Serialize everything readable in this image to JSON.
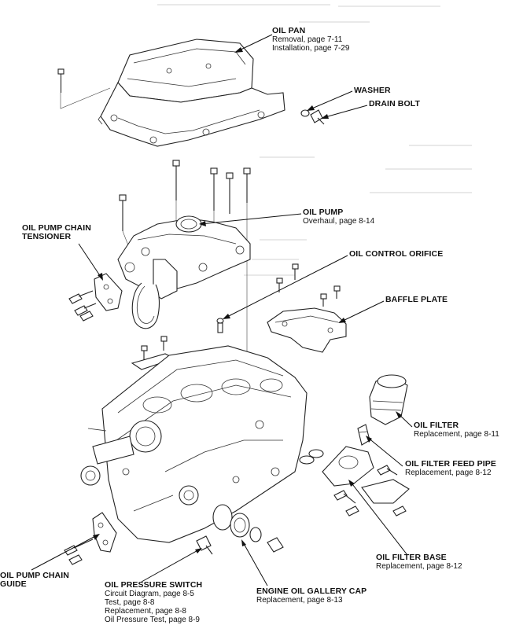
{
  "callouts": {
    "oil_pan": {
      "title": "OIL PAN",
      "lines": [
        "Removal, page 7-11",
        "Installation, page 7-29"
      ]
    },
    "washer": {
      "title": "WASHER"
    },
    "drain_bolt": {
      "title": "DRAIN BOLT"
    },
    "oil_pump": {
      "title": "OIL PUMP",
      "lines": [
        "Overhaul, page 8-14"
      ]
    },
    "oil_pump_chain_tensioner": {
      "title_lines": [
        "OIL PUMP CHAIN",
        "TENSIONER"
      ]
    },
    "oil_control_orifice": {
      "title": "OIL CONTROL ORIFICE"
    },
    "baffle_plate": {
      "title": "BAFFLE PLATE"
    },
    "oil_filter": {
      "title": "OIL FILTER",
      "lines": [
        "Replacement, page 8-11"
      ]
    },
    "oil_filter_feed_pipe": {
      "title": "OIL FILTER FEED PIPE",
      "lines": [
        "Replacement, page 8-12"
      ]
    },
    "oil_filter_base": {
      "title": "OIL FILTER BASE",
      "lines": [
        "Replacement, page 8-12"
      ]
    },
    "oil_pump_chain_guide": {
      "title_lines": [
        "OIL PUMP CHAIN",
        "GUIDE"
      ]
    },
    "oil_pressure_switch": {
      "title": "OIL PRESSURE SWITCH",
      "lines": [
        "Circuit Diagram, page 8-5",
        "Test, page 8-8",
        "Replacement, page 8-8",
        "Oil Pressure Test, page 8-9"
      ]
    },
    "engine_oil_gallery_cap": {
      "title": "ENGINE OIL GALLERY CAP",
      "lines": [
        "Replacement, page 8-13"
      ]
    }
  }
}
